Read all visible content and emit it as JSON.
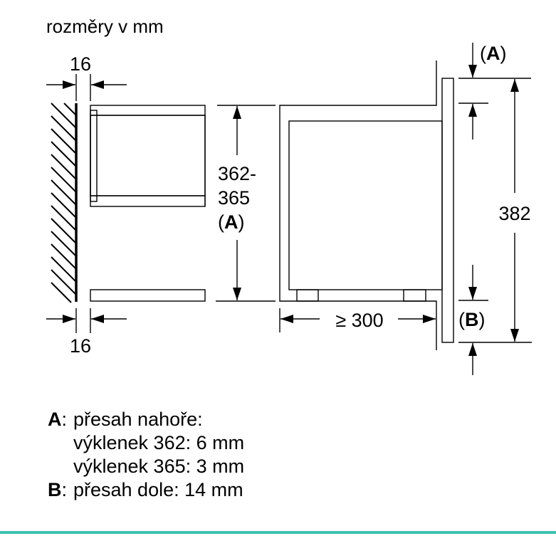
{
  "title": "rozměry v mm",
  "dimensions": {
    "side_gap_top": "16",
    "side_gap_bottom": "16",
    "niche_height_line1": "362-",
    "niche_height_line2": "365",
    "niche_height_ref": "A",
    "depth": "≥ 300",
    "appliance_height": "382",
    "ref_top": "A",
    "ref_bottom": "B"
  },
  "legend": [
    {
      "key": "A",
      "sep": ":",
      "text": "přesah nahoře:"
    },
    {
      "key": "",
      "sep": "",
      "text": "výklenek 362: 6 mm"
    },
    {
      "key": "",
      "sep": "",
      "text": "výklenek 365: 3 mm"
    },
    {
      "key": "B",
      "sep": ":",
      "text": "přesah dole: 14 mm"
    }
  ],
  "colors": {
    "accent_bar": "#3fc1b0",
    "line": "#000000"
  }
}
